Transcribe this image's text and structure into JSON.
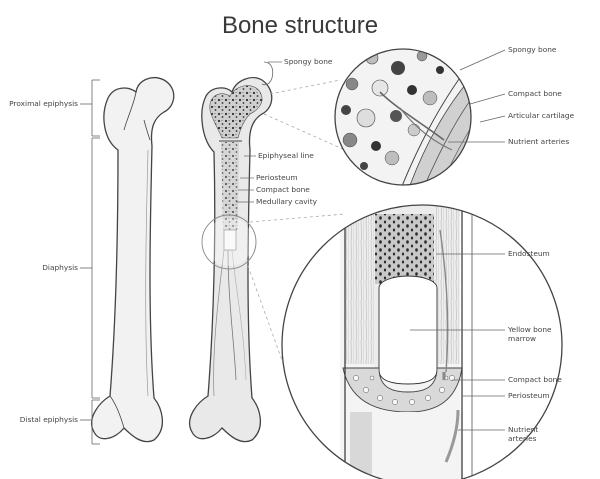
{
  "title": "Bone structure",
  "left_labels": {
    "proximal_epiphysis": "Proximal epiphysis",
    "diaphysis": "Diaphysis",
    "distal_epiphysis": "Distal epiphysis"
  },
  "middle_labels": {
    "spongy_bone": "Spongy bone",
    "epiphyseal_line": "Epiphyseal line",
    "periosteum": "Periosteum",
    "compact_bone": "Compact bone",
    "medullary_cavity": "Medullary cavity"
  },
  "top_zoom_labels": {
    "spongy_bone": "Spongy bone",
    "compact_bone": "Compact bone",
    "articular_cartilage": "Articular cartilage",
    "nutrient_arteries": "Nutrient arteries"
  },
  "bottom_zoom_labels": {
    "endosteum": "Endosteum",
    "yellow_bone_marrow_line1": "Yellow bone",
    "yellow_bone_marrow_line2": "marrow",
    "compact_bone": "Compact bone",
    "periosteum": "Periosteum",
    "nutrient_arteries_line1": "Nutrient",
    "nutrient_arteries_line2": "arteries"
  }
}
